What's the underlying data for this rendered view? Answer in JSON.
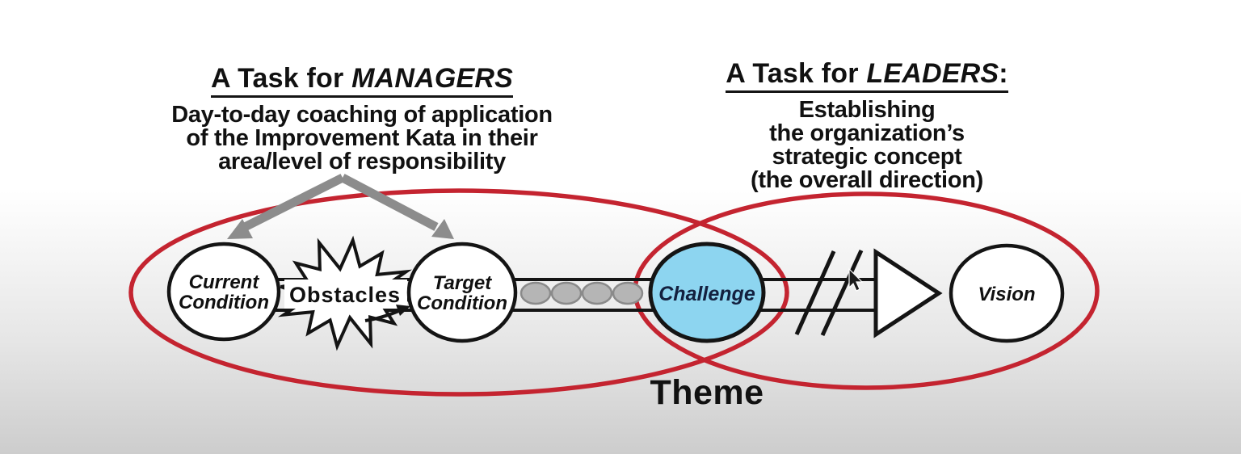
{
  "managers_task": {
    "heading_prefix": "A Task for ",
    "heading_emphasis": "MANAGERS",
    "body_lines": [
      "Day-to-day coaching of application",
      "of the Improvement Kata in their",
      "area/level of responsibility"
    ]
  },
  "leaders_task": {
    "heading_prefix": "A Task for ",
    "heading_emphasis": "LEADERS",
    "heading_suffix": ":",
    "body_lines": [
      "Establishing",
      "the organization’s",
      "strategic concept",
      "(the overall direction)"
    ]
  },
  "diagram": {
    "nodes": {
      "current_condition": {
        "line1": "Current",
        "line2": "Condition"
      },
      "obstacles": {
        "label": "Obstacles"
      },
      "target_condition": {
        "line1": "Target",
        "line2": "Condition"
      },
      "challenge": {
        "label": "Challenge"
      },
      "vision": {
        "label": "Vision"
      }
    },
    "theme_label": "Theme",
    "progress_dot_count": "4",
    "colors": {
      "scope_ellipse_red": "#c42430",
      "challenge_fill_blue": "#8dd5f0",
      "progress_dot_gray": "#b5b5b5",
      "coaching_arrow_gray": "#8c8c8c"
    }
  }
}
